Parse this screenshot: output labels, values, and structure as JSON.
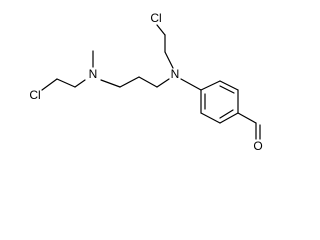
{
  "molecule": {
    "atoms": {
      "cl_top": "Cl",
      "n_aryl": "N",
      "n_methyl": "N",
      "cl_left": "Cl",
      "o_aldehyde": "O"
    }
  }
}
